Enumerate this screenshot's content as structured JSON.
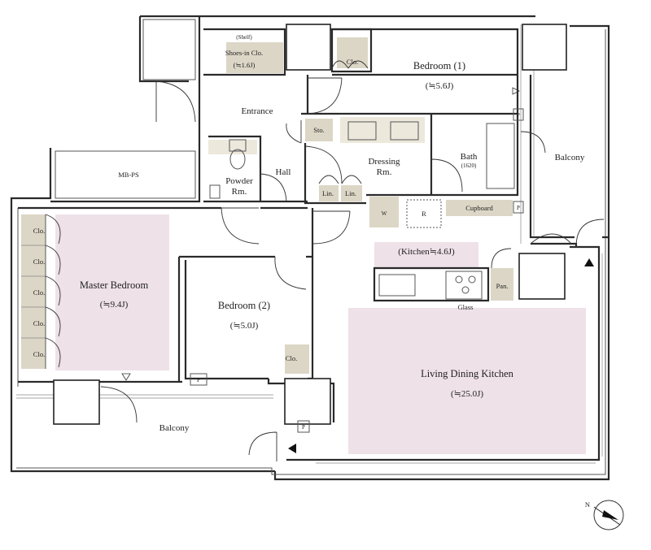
{
  "rooms": {
    "bedroom1": {
      "name": "Bedroom (1)",
      "area": "(≒5.6J)"
    },
    "master": {
      "name": "Master Bedroom",
      "area": "(≒9.4J)"
    },
    "bedroom2": {
      "name": "Bedroom (2)",
      "area": "(≒5.0J)"
    },
    "ldk": {
      "name": "Living Dining Kitchen",
      "area": "(≒25.0J)"
    },
    "kitchen": "(Kitchen≒4.6J)",
    "entrance": "Entrance",
    "hall": "Hall",
    "powder": {
      "line1": "Powder",
      "line2": "Rm."
    },
    "dressing": {
      "line1": "Dressing",
      "line2": "Rm."
    },
    "bath": {
      "name": "Bath",
      "size": "(1620)"
    },
    "mbps": "MB-PS",
    "balcony_right": "Balcony",
    "balcony_bottom": "Balcony",
    "shelf": "(Shelf)",
    "shoes": {
      "line1": "Shoes-in Clo.",
      "line2": "(≒1.6J)"
    },
    "sto": "Sto.",
    "lin": "Lin.",
    "clo": "Clo.",
    "cupboard": "Cupboard",
    "pan": "Pan.",
    "glass": "Glass",
    "w": "W",
    "r": "R",
    "p": "P",
    "north": "N"
  },
  "colors": {
    "room_fill": "#eee1e8",
    "storage_fill": "#dcd6c6",
    "wall": "#2a2a2a"
  }
}
